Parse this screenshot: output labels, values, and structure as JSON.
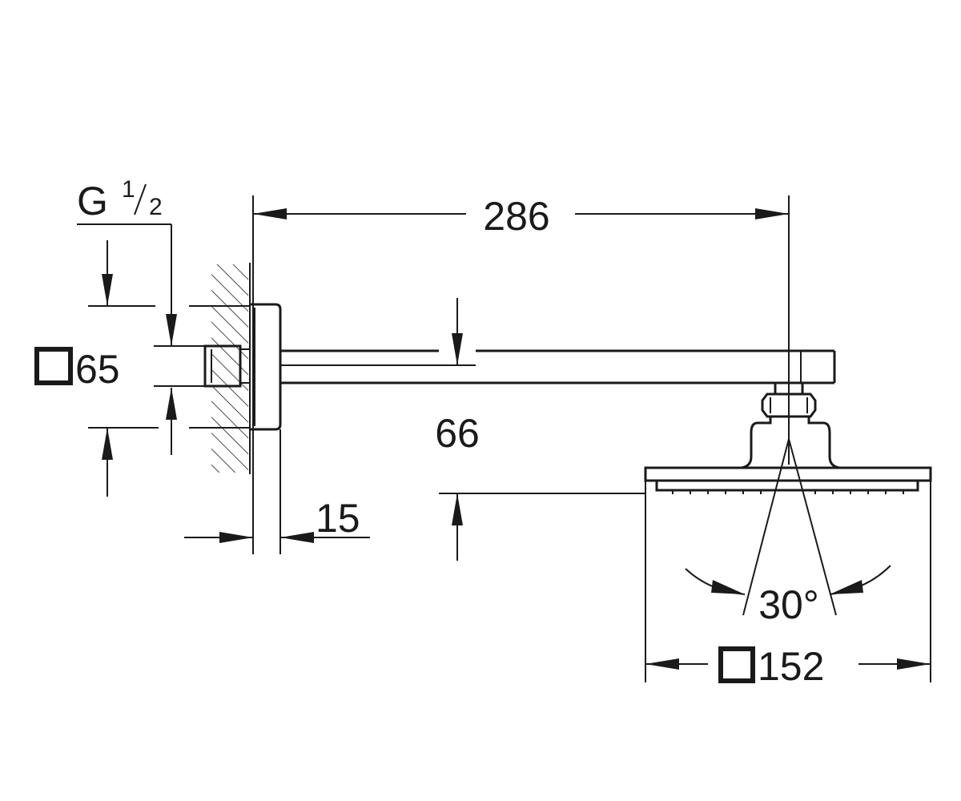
{
  "dimensions": {
    "thread_letter": "G",
    "thread_num": "1",
    "thread_den": "2",
    "flange": "65",
    "arm_length": "286",
    "flange_depth": "15",
    "drop": "66",
    "spray_angle": "30°",
    "head_size": "152"
  }
}
